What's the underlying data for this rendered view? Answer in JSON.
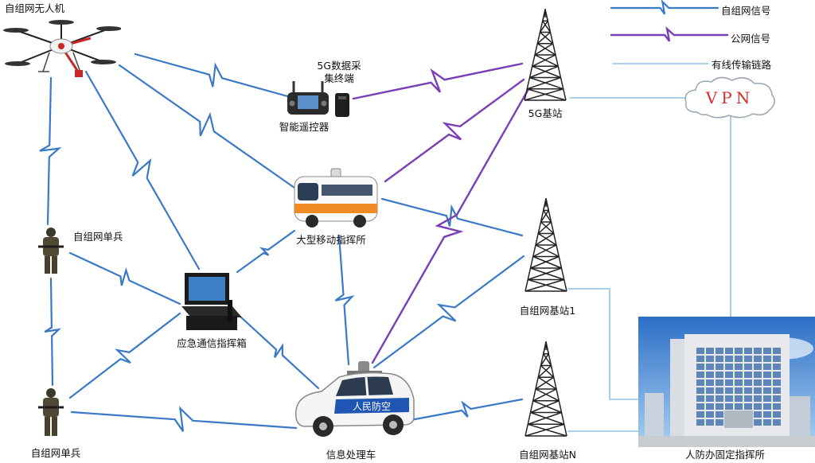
{
  "legend": {
    "self_network": "自组网信号",
    "public_network": "公网信号",
    "wired_link": "有线传输链路"
  },
  "colors": {
    "self_network_signal": "#3a78c8",
    "public_network_signal": "#7a3fb5",
    "wired_link": "#8ec3e6"
  },
  "nodes": {
    "drone": "自组网无人机",
    "data_terminal_line1": "5G数据采",
    "data_terminal_line2": "集终端",
    "remote_controller": "智能遥控器",
    "base_5g": "5G基站",
    "vpn": "VPN",
    "bus": "大型移动指挥所",
    "soldier_top": "自组网单兵",
    "comm_box": "应急通信指挥箱",
    "mesh_station_1": "自组网基站1",
    "mesh_station_n": "自组网基站N",
    "soldier_bottom": "自组网单兵",
    "processing_car": "信息处理车",
    "car_door_text": "人民防空",
    "fixed_hq": "人防办固定指挥所"
  }
}
